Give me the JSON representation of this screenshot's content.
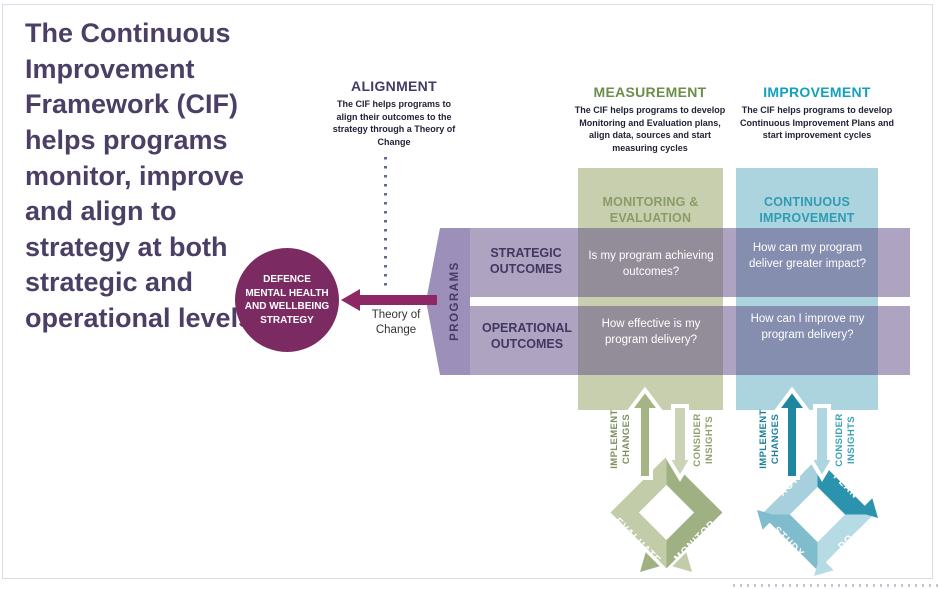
{
  "title": "The Continuous Improvement Framework (CIF) helps programs monitor, improve and align to strategy at both strategic and operational levels",
  "strategy_circle": "DEFENCE MENTAL HEALTH AND WELLBEING STRATEGY",
  "theory_of_change": "Theory of Change",
  "programs_label": "PROGRAMS",
  "phases": {
    "alignment": {
      "title": "ALIGNMENT",
      "description": "The CIF helps programs to align their outcomes to the strategy through a Theory of Change"
    },
    "measurement": {
      "title": "MEASUREMENT",
      "description": "The CIF helps programs to develop Monitoring and Evaluation plans, align data, sources and start measuring cycles",
      "box_title": "MONITORING & EVALUATION"
    },
    "improvement": {
      "title": "IMPROVEMENT",
      "description": "The CIF helps programs to develop Continuous Improvement Plans and start improvement cycles",
      "box_title": "CONTINUOUS IMPROVEMENT"
    }
  },
  "matrix": {
    "rows": [
      {
        "label": "STRATEGIC OUTCOMES",
        "measurement_question": "Is my program achieving outcomes?",
        "improvement_question": "How can my program deliver greater impact?"
      },
      {
        "label": "OPERATIONAL OUTCOMES",
        "measurement_question": "How effective is my program delivery?",
        "improvement_question": "How can I improve my program delivery?"
      }
    ]
  },
  "monitoring_cycle": {
    "implement_label": "IMPLEMENT CHANGES",
    "consider_label": "CONSIDER INSIGHTS",
    "steps": [
      "EVALUATE",
      "MONITOR"
    ]
  },
  "improvement_cycle": {
    "implement_label": "IMPLEMENT CHANGES",
    "consider_label": "CONSIDER INSIGHTS",
    "steps": [
      "ACT",
      "PLAN",
      "DO",
      "STUDY"
    ]
  },
  "colors": {
    "title_text": "#4b3f66",
    "alignment_accent": "#443a69",
    "measurement_accent": "#6d8d4c",
    "improvement_accent": "#12a0bf",
    "strategy_circle_bg": "#7c2a62",
    "theory_arrow": "#8e2766",
    "programs_chevron": "#9c8fba",
    "outcome_band": "rgba(100,79,134,0.52)",
    "monitoring_box_bg": "#c7cfae",
    "improvement_box_bg": "#abd4de"
  }
}
